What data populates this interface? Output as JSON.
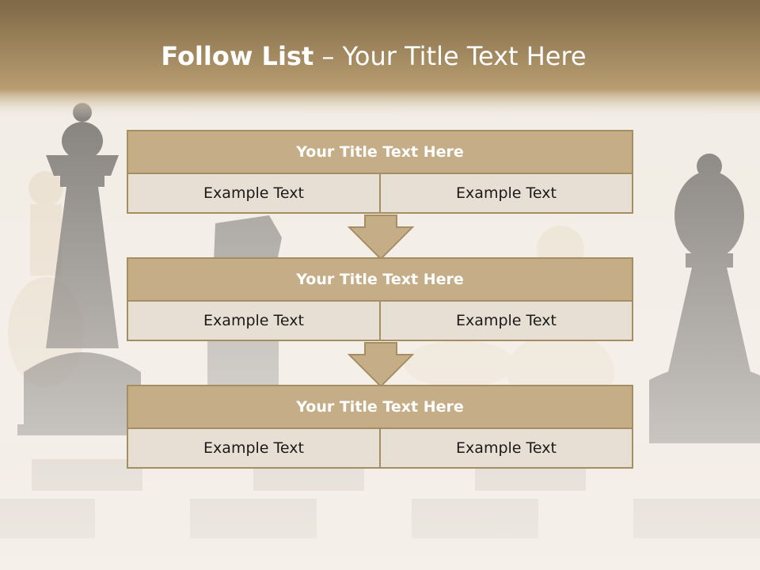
{
  "slide": {
    "title_bold": "Follow List",
    "title_rest": " – Your Title Text Here"
  },
  "steps": [
    {
      "title": "Your Title Text Here",
      "left": "Example Text",
      "right": "Example Text"
    },
    {
      "title": "Your Title Text Here",
      "left": "Example Text",
      "right": "Example Text"
    },
    {
      "title": "Your Title Text Here",
      "left": "Example Text",
      "right": "Example Text"
    }
  ],
  "colors": {
    "header_band": "#8c7550",
    "box_header": "#c5ae87",
    "box_cell": "#e7dfd3",
    "border": "#a58e63",
    "arrow": "#c5ae87"
  }
}
